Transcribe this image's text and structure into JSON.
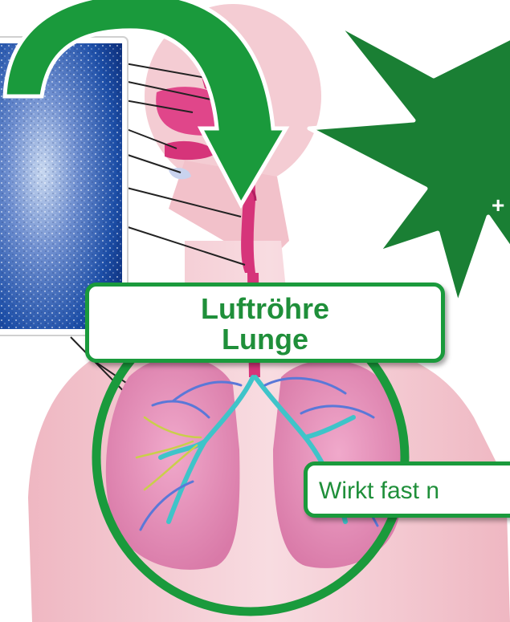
{
  "labels": {
    "organ_line1": "Luftröhre",
    "organ_line2": "Lunge",
    "effect_text": "Wirkt fast n",
    "plus": "+"
  },
  "colors": {
    "accent_green": "#1a9a3c",
    "label_text_green": "#1f8f3a",
    "body_pink": "#f2c8cf",
    "airway_magenta": "#d6347a",
    "lung_pink": "#e48fb6",
    "bronchi_blue": "#5a78d8",
    "bronchi_cyan": "#3fc4c9",
    "bronchi_yellow": "#c9cf4a",
    "photo_blue": "#1d4fa8"
  },
  "icons": {
    "curved_arrow": "curved-arrow-icon",
    "star_burst": "star-burst-icon"
  }
}
